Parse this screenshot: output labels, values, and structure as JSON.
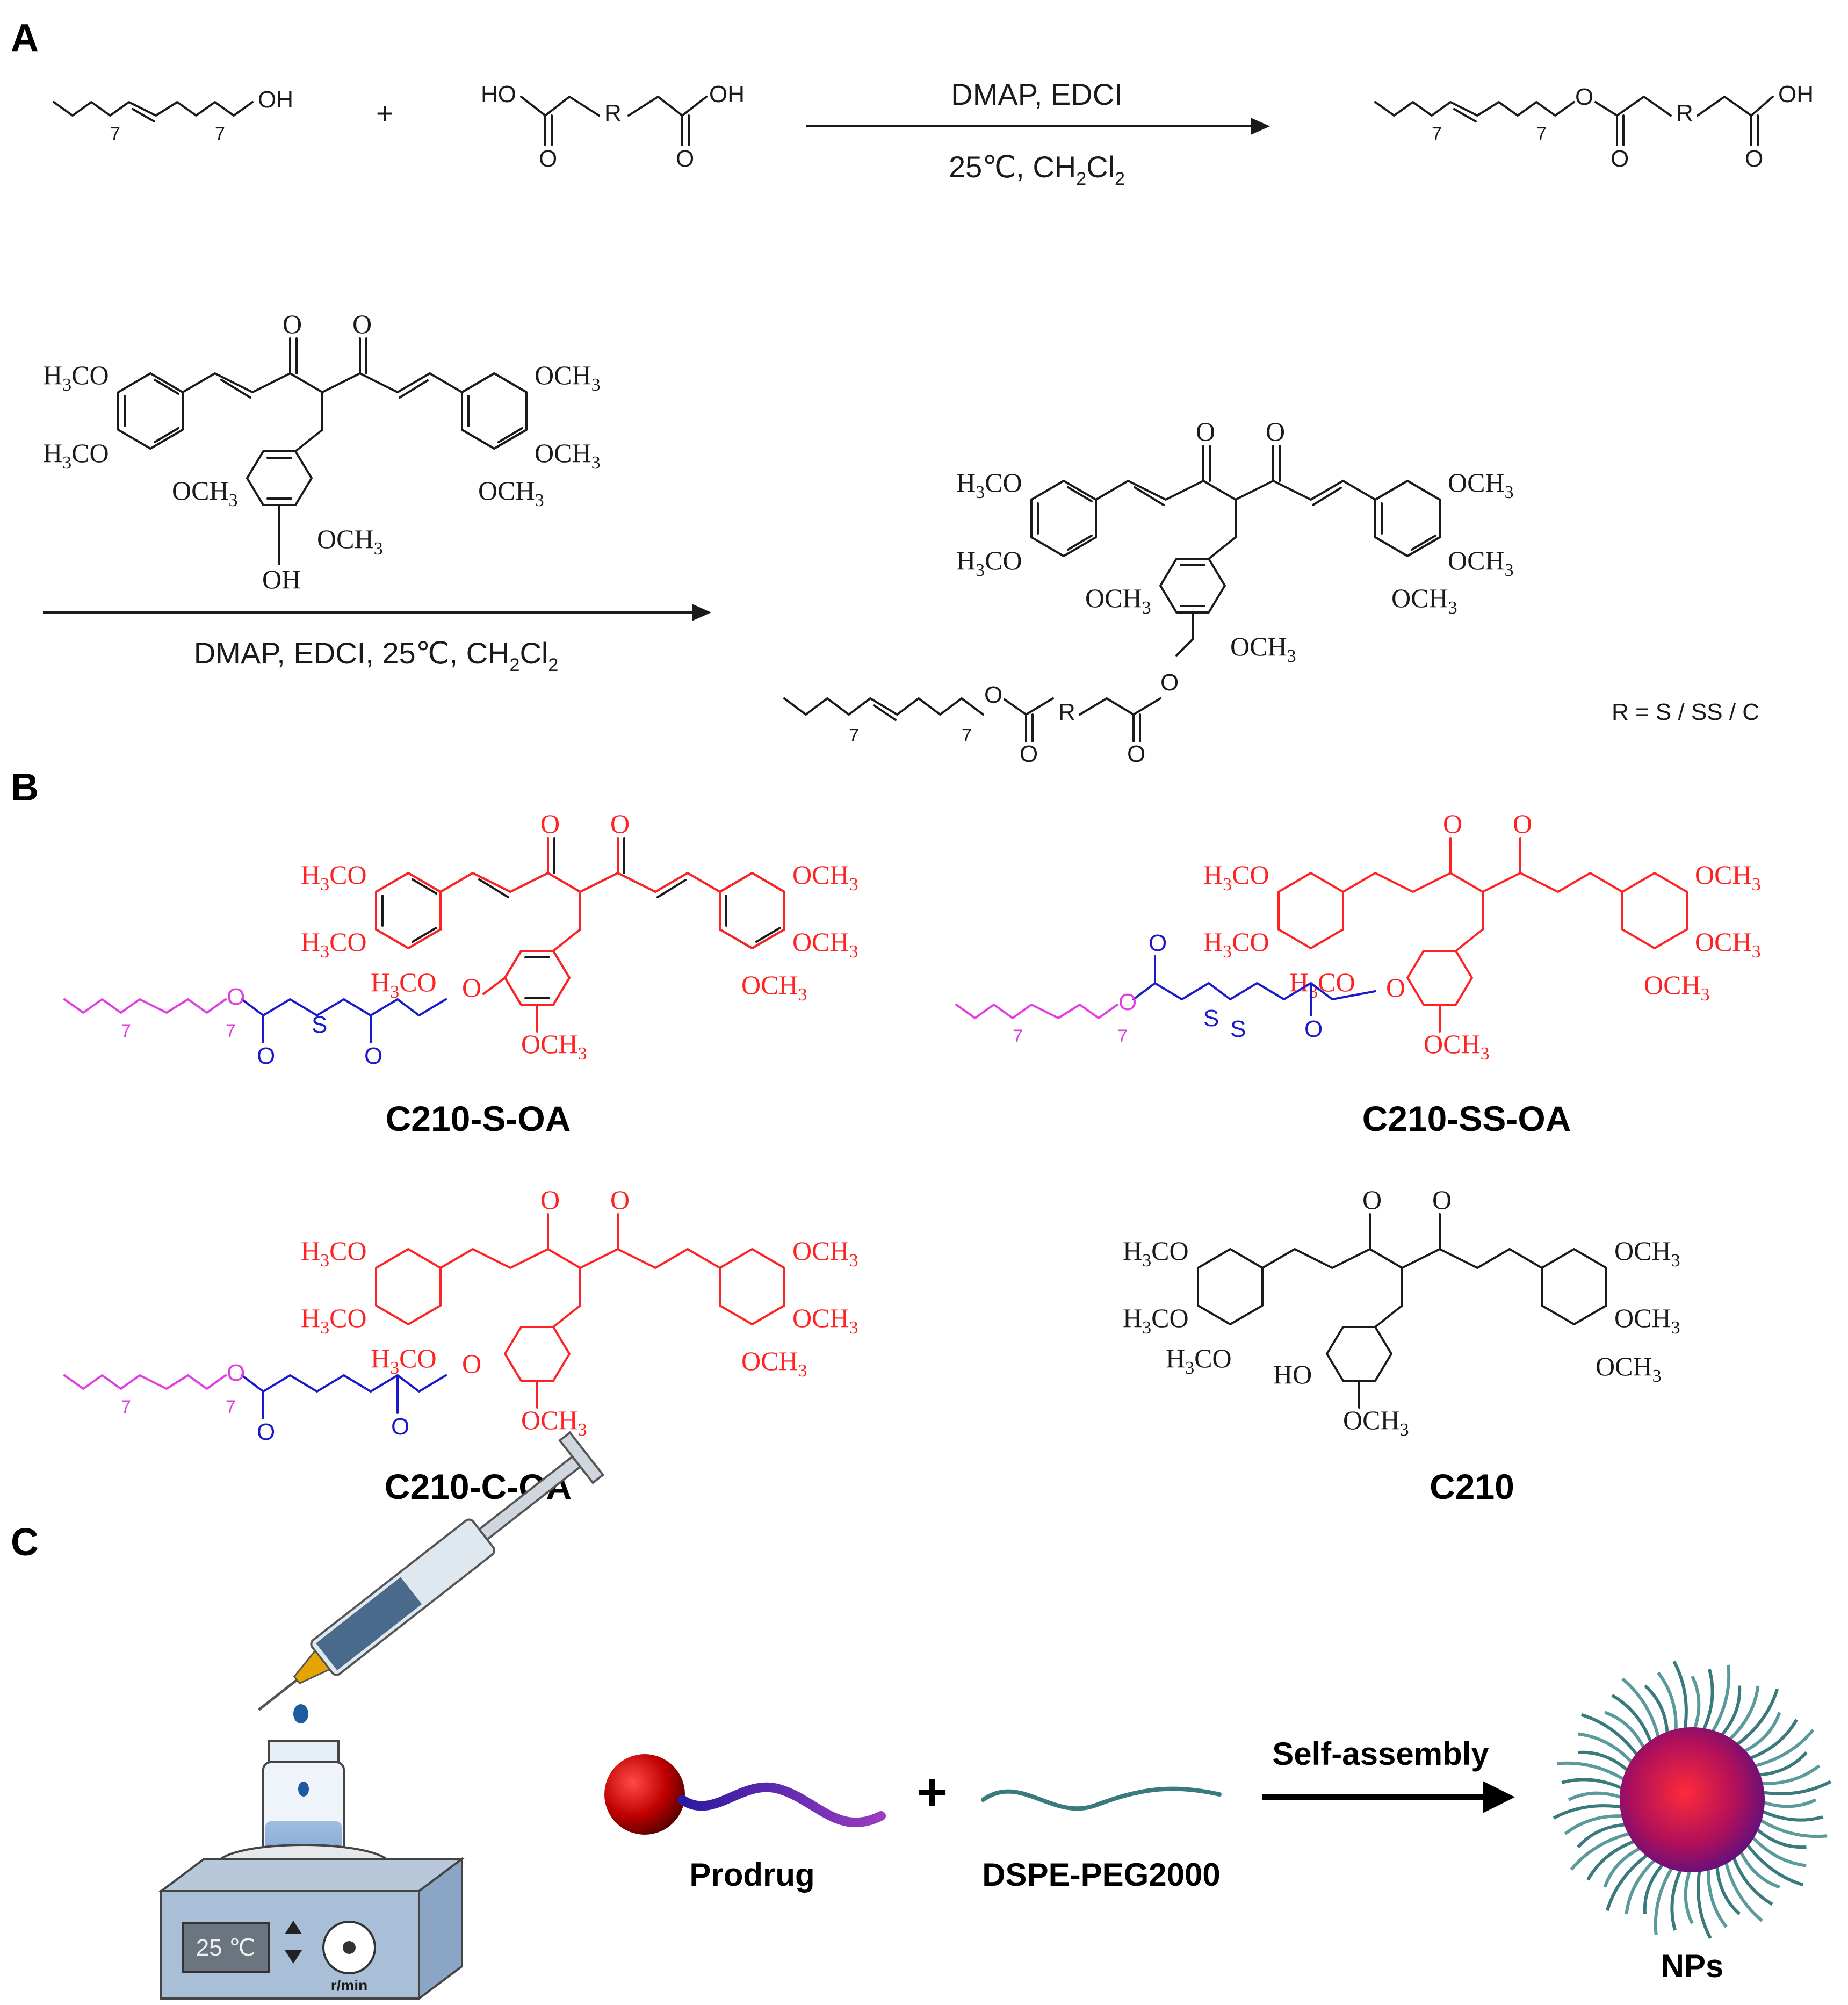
{
  "panels": {
    "a": "A",
    "b": "B",
    "c": "C"
  },
  "panel_a": {
    "reaction1_top": "DMAP, EDCI",
    "reaction1_bottom_pre": "25℃, CH",
    "reaction1_sub1": "2",
    "reaction1_mid": "Cl",
    "reaction1_sub2": "2",
    "reaction2_pre": "DMAP, EDCI, 25℃, CH",
    "reaction2_sub1": "2",
    "reaction2_mid": "Cl",
    "reaction2_sub2": "2",
    "plus": "+",
    "r_note": "R = S / SS / C"
  },
  "atoms": {
    "oh": "OH",
    "ho": "HO",
    "o": "O",
    "r": "R",
    "s": "S",
    "seven": "7",
    "och3": "OCH",
    "h3co_h": "H",
    "h3co_rest": "CO",
    "three": "3"
  },
  "compounds": [
    "C210-S-OA",
    "C210-SS-OA",
    "C210-C-OA",
    "C210"
  ],
  "panel_c": {
    "temp": "25 ℃",
    "rpm": "r/min",
    "plus": "+",
    "prodrug": "Prodrug",
    "dspe": "DSPE-PEG2000",
    "arrow": "Self-assembly",
    "nps": "NPs"
  },
  "colors": {
    "drug": "#ff2222",
    "linker": "#1a1acc",
    "lipid": "#e040e0",
    "plain": "#1a1a1a"
  }
}
